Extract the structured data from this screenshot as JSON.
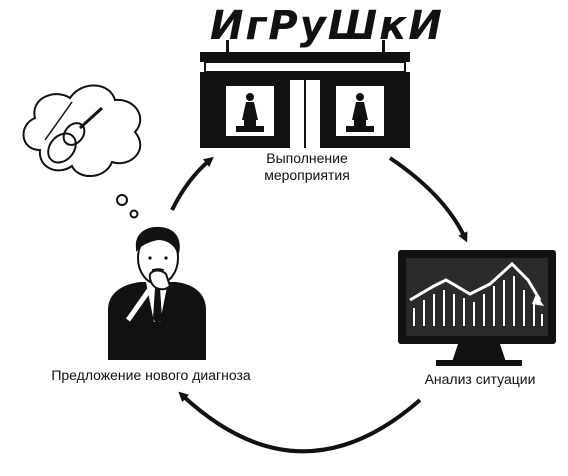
{
  "store": {
    "sign": "ИгРуШкИ"
  },
  "nodes": {
    "top": "Выполнение\nмероприятия",
    "right": "Анализ ситуации",
    "left": "Предложение нового диагноза"
  },
  "colors": {
    "ink": "#111111",
    "screen": "#2a2a2a",
    "white": "#ffffff"
  }
}
